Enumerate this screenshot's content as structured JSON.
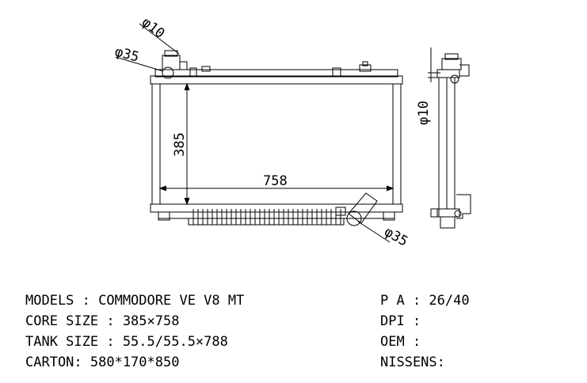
{
  "drawing": {
    "dimensions": {
      "phi10_top": "φ10",
      "phi35_top": "φ35",
      "height": "385",
      "width": "758",
      "phi35_bottom": "φ35",
      "phi10_side": "φ10"
    }
  },
  "specs": {
    "models": "MODELS : COMMODORE VE V8 MT",
    "core_size": "CORE SIZE : 385×758",
    "tank_size": "TANK SIZE : 55.5/55.5×788",
    "carton": "CARTON: 580*170*850",
    "pa": "P A : 26/40",
    "dpi": "DPI :",
    "oem": "OEM :",
    "nissens": "NISSENS:"
  }
}
